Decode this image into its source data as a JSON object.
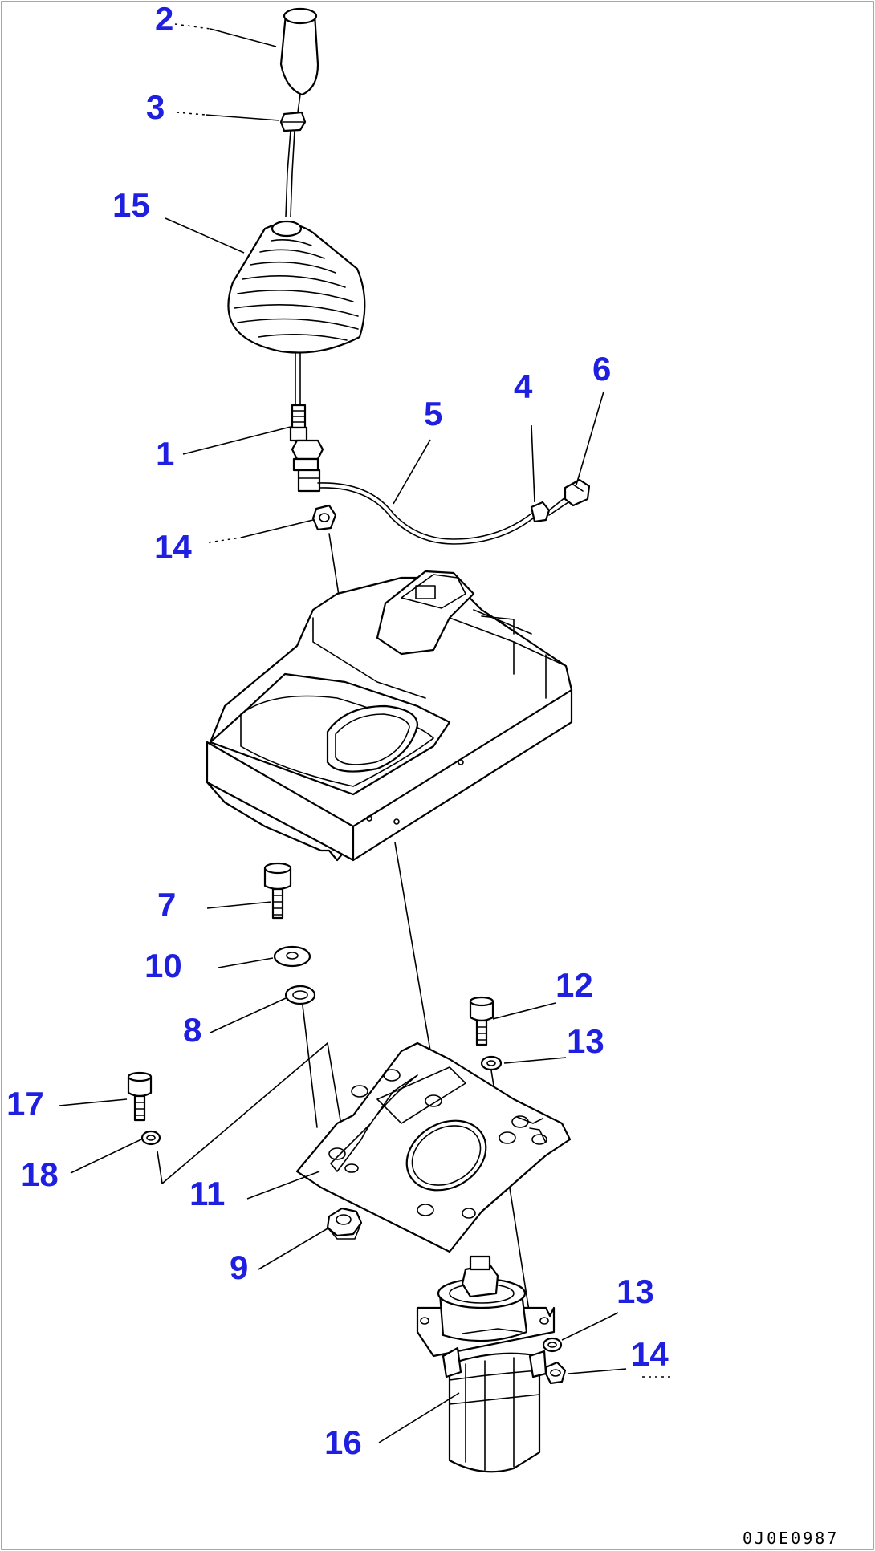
{
  "diagram": {
    "callouts": [
      {
        "id": "c2",
        "label": "2"
      },
      {
        "id": "c3",
        "label": "3"
      },
      {
        "id": "c15",
        "label": "15"
      },
      {
        "id": "c1",
        "label": "1"
      },
      {
        "id": "c5",
        "label": "5"
      },
      {
        "id": "c4",
        "label": "4"
      },
      {
        "id": "c6",
        "label": "6"
      },
      {
        "id": "c14a",
        "label": "14"
      },
      {
        "id": "c7",
        "label": "7"
      },
      {
        "id": "c10",
        "label": "10"
      },
      {
        "id": "c8",
        "label": "8"
      },
      {
        "id": "c12",
        "label": "12"
      },
      {
        "id": "c13a",
        "label": "13"
      },
      {
        "id": "c17",
        "label": "17"
      },
      {
        "id": "c18",
        "label": "18"
      },
      {
        "id": "c11",
        "label": "11"
      },
      {
        "id": "c9",
        "label": "9"
      },
      {
        "id": "c13b",
        "label": "13"
      },
      {
        "id": "c14b",
        "label": "14"
      },
      {
        "id": "c16",
        "label": "16"
      }
    ],
    "drawing_code": "0J0E0987",
    "colors": {
      "callout": "#1f1fe0",
      "line": "#000000",
      "border": "#8a8a8a"
    }
  }
}
